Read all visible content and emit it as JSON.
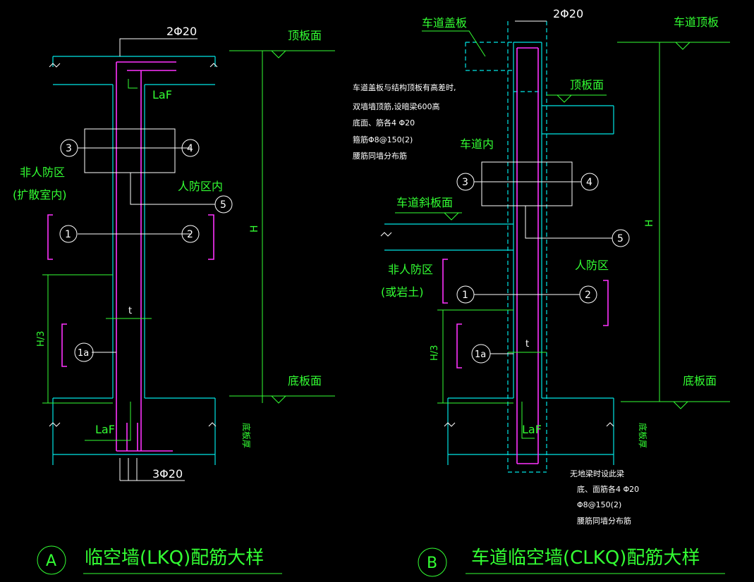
{
  "drawing_a": {
    "top_bar_label": "2Φ20",
    "bottom_bar_label": "3Φ20",
    "top_slab_label": "顶板面",
    "bottom_slab_label": "底板面",
    "laf_top": "LaF",
    "laf_bottom": "LaF",
    "left_zone_line1": "非人防区",
    "left_zone_line2": "(扩散室内)",
    "right_zone": "人防区内",
    "height_label": "H",
    "h3_label": "H/3",
    "thickness_label": "t",
    "slab_thickness_label": "底板厚",
    "markers": [
      "3",
      "4",
      "5",
      "1",
      "2",
      "1a"
    ],
    "title_letter": "A",
    "title": "临空墙(LKQ)配筋大样"
  },
  "drawing_b": {
    "top_bar_label": "2Φ20",
    "cover_slab_label": "车道盖板",
    "top_slab_label": "车道顶板",
    "roof_face_label": "顶板面",
    "inclined_slab_label": "车道斜板面",
    "bottom_slab_label": "底板面",
    "inside_ramp": "车道内",
    "right_zone": "人防区",
    "left_zone_line1": "非人防区",
    "left_zone_line2": "(或岩土)",
    "laf_label": "LaF",
    "height_label": "H",
    "h3_label": "H/3",
    "thickness_label": "t",
    "slab_thickness_label": "底板厚",
    "note_top": [
      "车道盖板与结构顶板有高差时,",
      "双墙墙顶筋,设暗梁600高",
      "底面、筋各4 Φ20",
      "箍筋Φ8@150(2)",
      "腰筋同墙分布筋"
    ],
    "note_bottom": [
      "无地梁时设此梁",
      "底、面筋各4 Φ20",
      "Φ8@150(2)",
      "腰筋同墙分布筋"
    ],
    "markers": [
      "3",
      "4",
      "5",
      "1",
      "2",
      "1a"
    ],
    "title_letter": "B",
    "title": "车道临空墙(CLKQ)配筋大样"
  }
}
